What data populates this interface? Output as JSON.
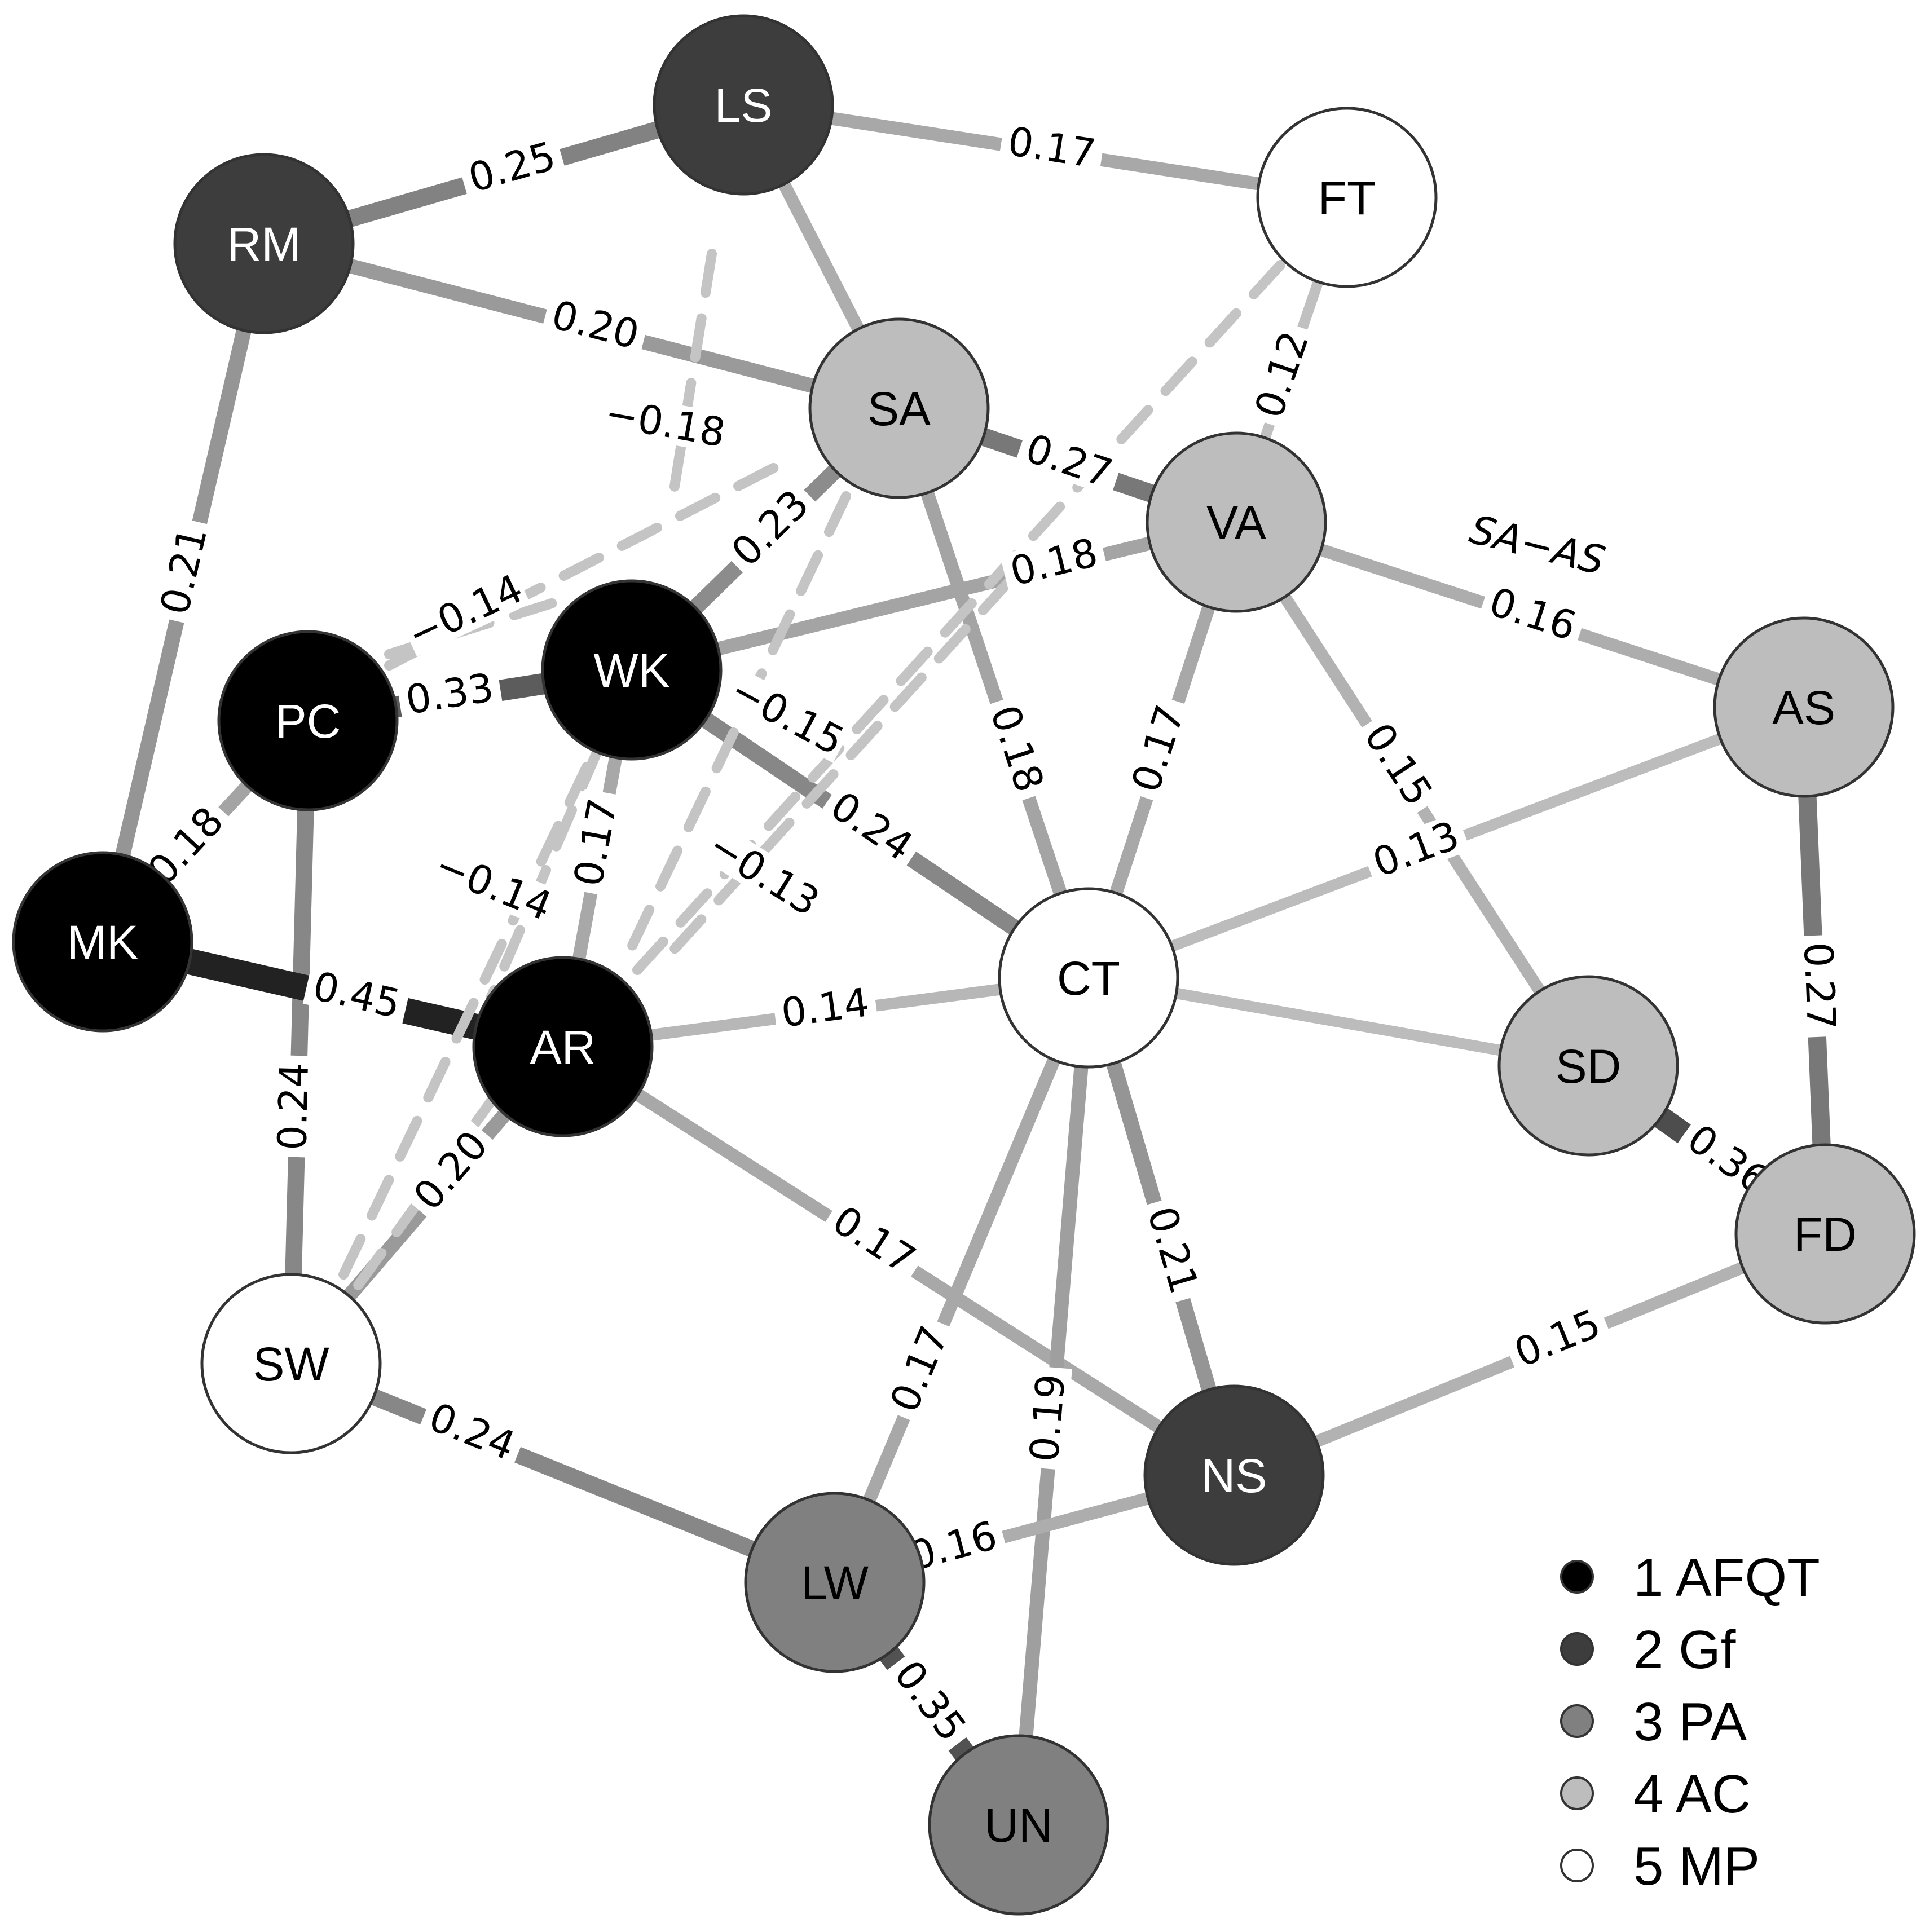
{
  "colors": {
    "group1": "#000000",
    "group2": "#3d3d3d",
    "group3": "#808080",
    "group4": "#bdbdbd",
    "group5": "#ffffff"
  },
  "nodes": [
    {
      "id": "LS",
      "label": "LS",
      "group": 2
    },
    {
      "id": "FT",
      "label": "FT",
      "group": 5
    },
    {
      "id": "RM",
      "label": "RM",
      "group": 2
    },
    {
      "id": "SA",
      "label": "SA",
      "group": 4
    },
    {
      "id": "VA",
      "label": "VA",
      "group": 4
    },
    {
      "id": "WK",
      "label": "WK",
      "group": 1
    },
    {
      "id": "PC",
      "label": "PC",
      "group": 1
    },
    {
      "id": "AS",
      "label": "AS",
      "group": 4
    },
    {
      "id": "MK",
      "label": "MK",
      "group": 1
    },
    {
      "id": "CT",
      "label": "CT",
      "group": 5
    },
    {
      "id": "AR",
      "label": "AR",
      "group": 1
    },
    {
      "id": "SD",
      "label": "SD",
      "group": 4
    },
    {
      "id": "FD",
      "label": "FD",
      "group": 4
    },
    {
      "id": "SW",
      "label": "SW",
      "group": 5
    },
    {
      "id": "NS",
      "label": "NS",
      "group": 2
    },
    {
      "id": "LW",
      "label": "LW",
      "group": 3
    },
    {
      "id": "UN",
      "label": "UN",
      "group": 3
    }
  ],
  "edges": [
    {
      "from": "RM",
      "to": "LS",
      "label": "0.25",
      "weight": 0.25
    },
    {
      "from": "LS",
      "to": "FT",
      "label": "0.17",
      "weight": 0.17
    },
    {
      "from": "RM",
      "to": "SA",
      "label": "0.20",
      "weight": 0.2
    },
    {
      "from": "RM",
      "to": "MK",
      "label": "0.21",
      "weight": 0.21
    },
    {
      "from": "LS",
      "to": "SA",
      "label": "",
      "weight": 0.16
    },
    {
      "from": "FT",
      "to": "VA",
      "label": "0.12",
      "weight": 0.12
    },
    {
      "from": "SA",
      "to": "VA",
      "label": "0.27",
      "weight": 0.27
    },
    {
      "from": "SA",
      "to": "WK",
      "label": "0.23",
      "weight": 0.23
    },
    {
      "from": "SA",
      "to": "CT",
      "label": "0.18",
      "weight": 0.18
    },
    {
      "from": "WK",
      "to": "VA",
      "label": "0.18",
      "weight": 0.18
    },
    {
      "from": "VA",
      "to": "AS",
      "label": "0.16",
      "weight": 0.16
    },
    {
      "from": "VA",
      "to": "CT",
      "label": "0.17",
      "weight": 0.17
    },
    {
      "from": "VA",
      "to": "SD",
      "label": "0.15",
      "weight": 0.15
    },
    {
      "from": "PC",
      "to": "WK",
      "label": "0.33",
      "weight": 0.33
    },
    {
      "from": "WK",
      "to": "CT",
      "label": "0.24",
      "weight": 0.24
    },
    {
      "from": "WK",
      "to": "AR",
      "label": "0.17",
      "weight": 0.17
    },
    {
      "from": "MK",
      "to": "PC",
      "label": "0.18",
      "weight": 0.18
    },
    {
      "from": "PC",
      "to": "SW",
      "label": "0.24",
      "weight": 0.24
    },
    {
      "from": "MK",
      "to": "AR",
      "label": "0.45",
      "weight": 0.45
    },
    {
      "from": "AR",
      "to": "CT",
      "label": "0.14",
      "weight": 0.14
    },
    {
      "from": "CT",
      "to": "AS",
      "label": "0.13",
      "weight": 0.13
    },
    {
      "from": "CT",
      "to": "SD",
      "label": "",
      "weight": 0.13
    },
    {
      "from": "AS",
      "to": "FD",
      "label": "0.27",
      "weight": 0.27
    },
    {
      "from": "SD",
      "to": "FD",
      "label": "0.36",
      "weight": 0.36
    },
    {
      "from": "AR",
      "to": "SW",
      "label": "0.20",
      "weight": 0.2
    },
    {
      "from": "AR",
      "to": "NS",
      "label": "0.17",
      "weight": 0.17
    },
    {
      "from": "CT",
      "to": "NS",
      "label": "0.21",
      "weight": 0.21
    },
    {
      "from": "CT",
      "to": "LW",
      "label": "0.17",
      "weight": 0.17
    },
    {
      "from": "CT",
      "to": "UN",
      "label": "0.19",
      "weight": 0.19
    },
    {
      "from": "FD",
      "to": "NS",
      "label": "0.15",
      "weight": 0.15
    },
    {
      "from": "SW",
      "to": "LW",
      "label": "0.24",
      "weight": 0.24
    },
    {
      "from": "LW",
      "to": "NS",
      "label": "0.16",
      "weight": 0.16
    },
    {
      "from": "LW",
      "to": "UN",
      "label": "0.35",
      "weight": 0.35
    },
    {
      "from": "PC",
      "to": "SA",
      "label": "",
      "weight": 0.16,
      "negative": true
    },
    {
      "from": "PC",
      "to": "WK",
      "label": "−0.14",
      "weight": 0.14,
      "negative": true
    },
    {
      "from": "WK",
      "to": "AR",
      "label": "−0.14",
      "weight": 0.14,
      "negative": true
    },
    {
      "from": "WK",
      "to": "SW",
      "label": "",
      "weight": 0.13,
      "negative": true
    },
    {
      "from": "LS",
      "to": "WK",
      "label": "−0.18",
      "weight": 0.18,
      "negative": true
    },
    {
      "from": "SA",
      "to": "AR",
      "label": "−0.15",
      "weight": 0.15,
      "negative": true
    },
    {
      "from": "FT",
      "to": "AR",
      "label": "−0.13",
      "weight": 0.13,
      "negative": true
    },
    {
      "from": "FT",
      "to": "AR",
      "label": "",
      "weight": 0.13,
      "negative": true
    },
    {
      "from": "AR",
      "to": "SW",
      "label": "",
      "weight": 0.13,
      "negative": true
    }
  ],
  "annotation": "SA−AS",
  "legend": [
    {
      "label": "1 AFQT",
      "group": 1
    },
    {
      "label": "2 Gf",
      "group": 2
    },
    {
      "label": "3 PA",
      "group": 3
    },
    {
      "label": "4 AC",
      "group": 4
    },
    {
      "label": "5 MP",
      "group": 5
    }
  ]
}
